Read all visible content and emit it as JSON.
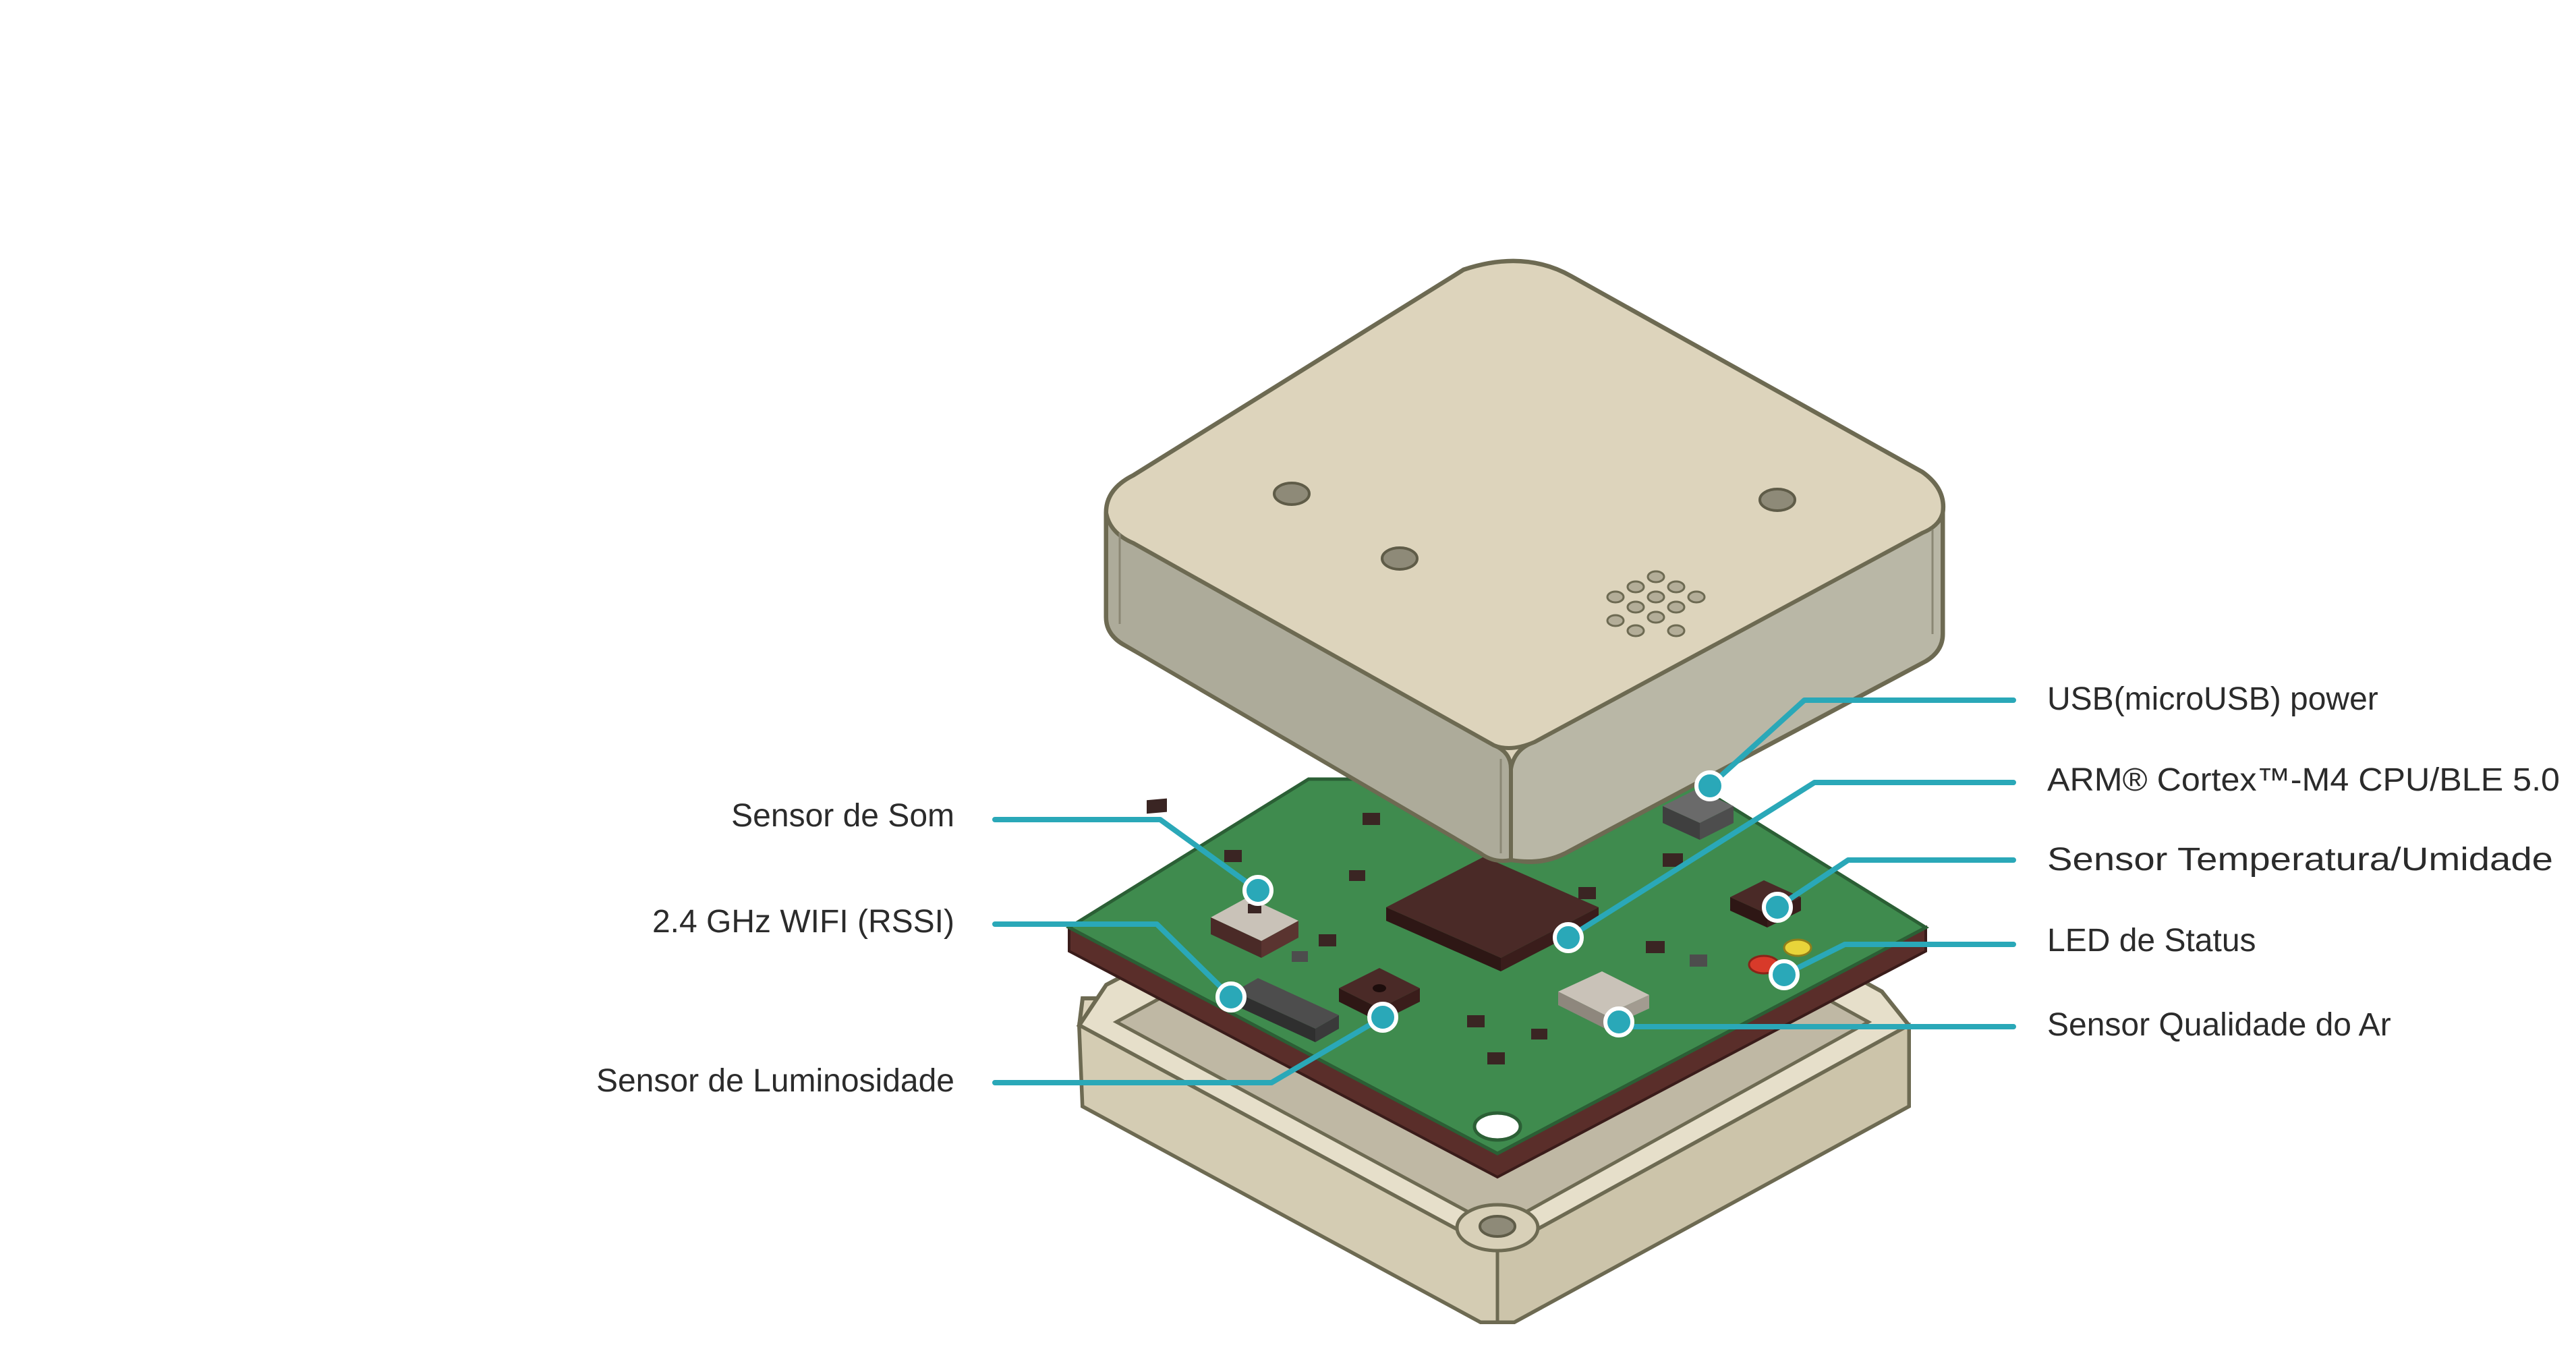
{
  "colors": {
    "leader": "#2aa8b8",
    "case_top": "#ddd4bc",
    "case_side": "#adab9a",
    "case_outline": "#6d6a52",
    "pcb": "#3f8b4e",
    "pcb_edge": "#5a2e2a",
    "chip_dark": "#4a2a27",
    "chip_light": "#c9c2b8",
    "led_red": "#d83a2a",
    "led_yellow": "#e8d43a",
    "text": "#2b2b2b"
  },
  "labels": {
    "left": [
      {
        "id": "sound",
        "text": "Sensor de Som"
      },
      {
        "id": "wifi",
        "text": "2.4 GHz WIFI (RSSI)"
      },
      {
        "id": "light",
        "text": "Sensor de Luminosidade"
      }
    ],
    "right": [
      {
        "id": "usb",
        "text": "USB(microUSB) power"
      },
      {
        "id": "cpu",
        "text": "ARM® Cortex™-M4 CPU/BLE 5.0"
      },
      {
        "id": "temp",
        "text": "Sensor Temperatura/Umidade"
      },
      {
        "id": "led",
        "text": "LED de Status"
      },
      {
        "id": "air",
        "text": "Sensor Qualidade do Ar"
      }
    ]
  }
}
